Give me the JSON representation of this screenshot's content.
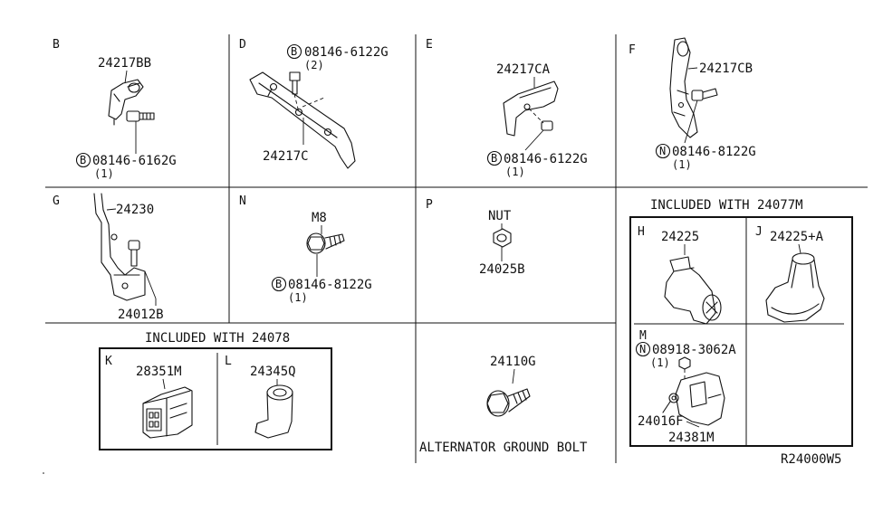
{
  "sections": {
    "B": {
      "letter": "B",
      "part": "24217BB",
      "bolt_code": "B",
      "bolt": "08146-6162G",
      "qty": "(1)"
    },
    "D": {
      "letter": "D",
      "part": "24217C",
      "bolt_code": "B",
      "bolt": "08146-6122G",
      "qty": "(2)"
    },
    "E": {
      "letter": "E",
      "part": "24217CA",
      "bolt_code": "B",
      "bolt": "08146-6122G",
      "qty": "(1)"
    },
    "F": {
      "letter": "F",
      "part": "24217CB",
      "bolt_code": "N",
      "bolt": "08146-8122G",
      "qty": "(1)"
    },
    "G": {
      "letter": "G",
      "part1": "24230",
      "part2": "24012B"
    },
    "N": {
      "letter": "N",
      "size": "M8",
      "bolt_code": "B",
      "bolt": "08146-8122G",
      "qty": "(1)"
    },
    "P": {
      "letter": "P",
      "nut_label": "NUT",
      "part": "24025B"
    },
    "K": {
      "letter": "K",
      "part": "28351M"
    },
    "L": {
      "letter": "L",
      "part": "24345Q"
    },
    "H": {
      "letter": "H",
      "part": "24225"
    },
    "J": {
      "letter": "J",
      "part": "24225+A"
    },
    "M": {
      "letter": "M",
      "bolt_code": "N",
      "bolt": "08918-3062A",
      "qty": "(1)",
      "part1": "24016F",
      "part2": "24381M"
    },
    "alt": {
      "part": "24110G",
      "caption": "ALTERNATOR GROUND BOLT"
    }
  },
  "included_24078": "INCLUDED WITH 24078",
  "included_24077M": "INCLUDED WITH 24077M",
  "diagram_code": "R24000W5"
}
